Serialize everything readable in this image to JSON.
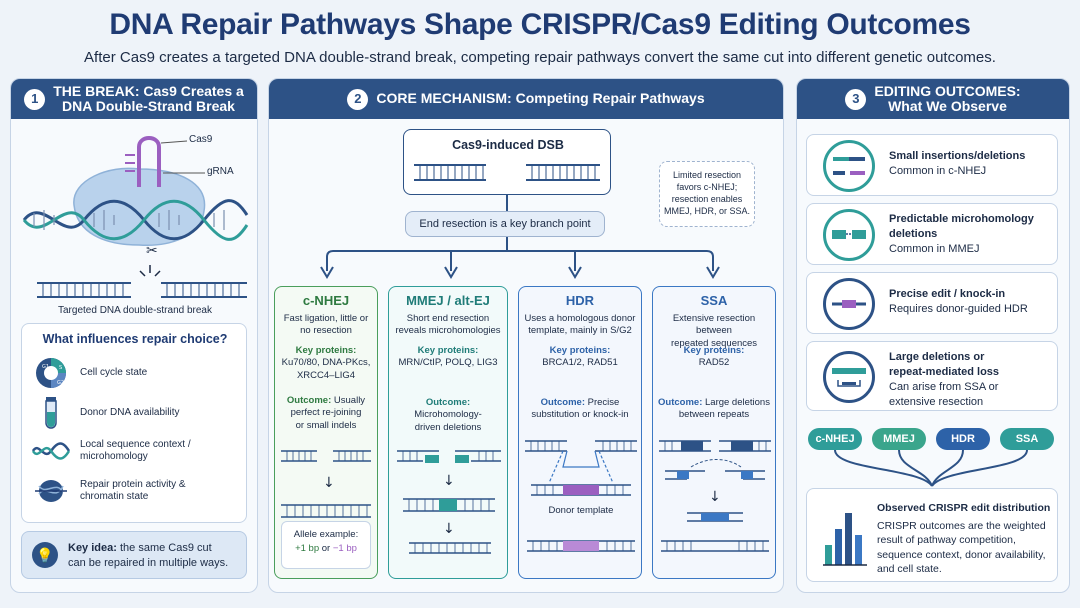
{
  "header": {
    "title": "DNA Repair Pathways Shape CRISPR/Cas9 Editing Outcomes",
    "subtitle": "After Cas9 creates a targeted DNA double-strand break, competing repair pathways convert the same cut into different genetic outcomes."
  },
  "panel1": {
    "number": "1",
    "title_line1": "THE BREAK: Cas9 Creates a",
    "title_line2": "DNA Double-Strand Break",
    "cas9_label": "Cas9",
    "grna_label": "gRNA",
    "break_caption": "Targeted DNA double-strand break",
    "influences": {
      "title": "What influences repair choice?",
      "items": [
        {
          "icon": "cell-cycle-icon",
          "line1": "Cell cycle state",
          "line2": ""
        },
        {
          "icon": "donor-tube-icon",
          "line1": "Donor DNA availability",
          "line2": ""
        },
        {
          "icon": "dna-helix-icon",
          "line1": "Local sequence context /",
          "line2": "microhomology"
        },
        {
          "icon": "chromatin-icon",
          "line1": "Repair protein activity &",
          "line2": "chromatin state"
        }
      ],
      "cycle_labels": [
        "G1",
        "S",
        "G2"
      ]
    },
    "key_idea": {
      "bold": "Key idea:",
      "line1": " the same Cas9 cut",
      "line2": "can be repaired in multiple ways."
    }
  },
  "panel2": {
    "number": "2",
    "title": "CORE MECHANISM: Competing Repair Pathways",
    "dsb_label": "Cas9-induced DSB",
    "branch_label": "End resection is a key branch point",
    "note": [
      "Limited resection",
      "favors c-NHEJ;",
      "resection enables",
      "MMEJ, HDR, or SSA."
    ],
    "key_proteins_label": "Key proteins:",
    "outcome_label": "Outcome:",
    "pathways": [
      {
        "name": "c-NHEJ",
        "desc": [
          "Fast ligation, little or",
          "no resection"
        ],
        "proteins": [
          "Ku70/80, DNA-PKcs,",
          "XRCC4–LIG4"
        ],
        "outcome": [
          " Usually",
          "perfect re-joining",
          "or small indels"
        ],
        "allele_label": "Allele example:",
        "allele_plus": "+1 bp",
        "allele_or": "or",
        "allele_minus": "−1 bp"
      },
      {
        "name": "MMEJ / alt-EJ",
        "desc": [
          "Short end resection",
          "reveals microhomologies"
        ],
        "proteins": [
          "MRN/CtIP, POLQ, LIG3"
        ],
        "outcome": [
          " Microhomology-",
          "driven deletions"
        ]
      },
      {
        "name": "HDR",
        "desc": [
          "Uses a homologous donor",
          "template, mainly in S/G2"
        ],
        "proteins": [
          "BRCA1/2, RAD51"
        ],
        "outcome": [
          " Precise",
          "substitution or knock-in"
        ],
        "donor_label": "Donor template"
      },
      {
        "name": "SSA",
        "desc": [
          "Extensive resection between",
          "repeated sequences"
        ],
        "proteins": [
          "RAD52"
        ],
        "outcome": [
          " Large deletions",
          "between repeats"
        ]
      }
    ]
  },
  "panel3": {
    "number": "3",
    "title_line1": "EDITING OUTCOMES:",
    "title_line2": "What We Observe",
    "outcomes": [
      {
        "icon": "indel-icon",
        "title": [
          "Small insertions/deletions"
        ],
        "desc": [
          "Common in c-NHEJ"
        ]
      },
      {
        "icon": "microhomology-deletion-icon",
        "title": [
          "Predictable microhomology",
          "deletions"
        ],
        "desc": [
          "Common in MMEJ"
        ]
      },
      {
        "icon": "knock-in-icon",
        "title": [
          "Precise edit / knock-in"
        ],
        "desc": [
          "Requires donor-guided HDR"
        ]
      },
      {
        "icon": "large-deletion-icon",
        "title": [
          "Large deletions or",
          "repeat-mediated loss"
        ],
        "desc": [
          "Can arise from SSA or",
          "extensive resection"
        ]
      }
    ],
    "pills": [
      "c-NHEJ",
      "MMEJ",
      "HDR",
      "SSA"
    ],
    "distribution": {
      "title": "Observed CRISPR edit distribution",
      "desc": [
        "CRISPR outcomes are the weighted",
        "result of pathway competition,",
        "sequence context, donor availability,",
        "and cell state."
      ]
    }
  },
  "colors": {
    "navy": "#2d5286",
    "teal": "#2f9d99",
    "green": "#4a9e5c",
    "blue": "#3b78c4",
    "purple": "#9b5fc0"
  }
}
